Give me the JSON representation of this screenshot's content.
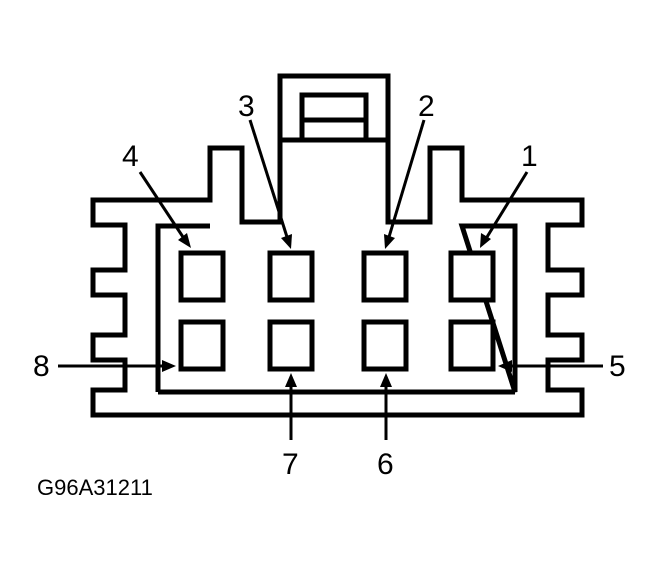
{
  "figure_id": "G96A31211",
  "pins": [
    {
      "number": "1"
    },
    {
      "number": "2"
    },
    {
      "number": "3"
    },
    {
      "number": "4"
    },
    {
      "number": "5"
    },
    {
      "number": "6"
    },
    {
      "number": "7"
    },
    {
      "number": "8"
    }
  ]
}
